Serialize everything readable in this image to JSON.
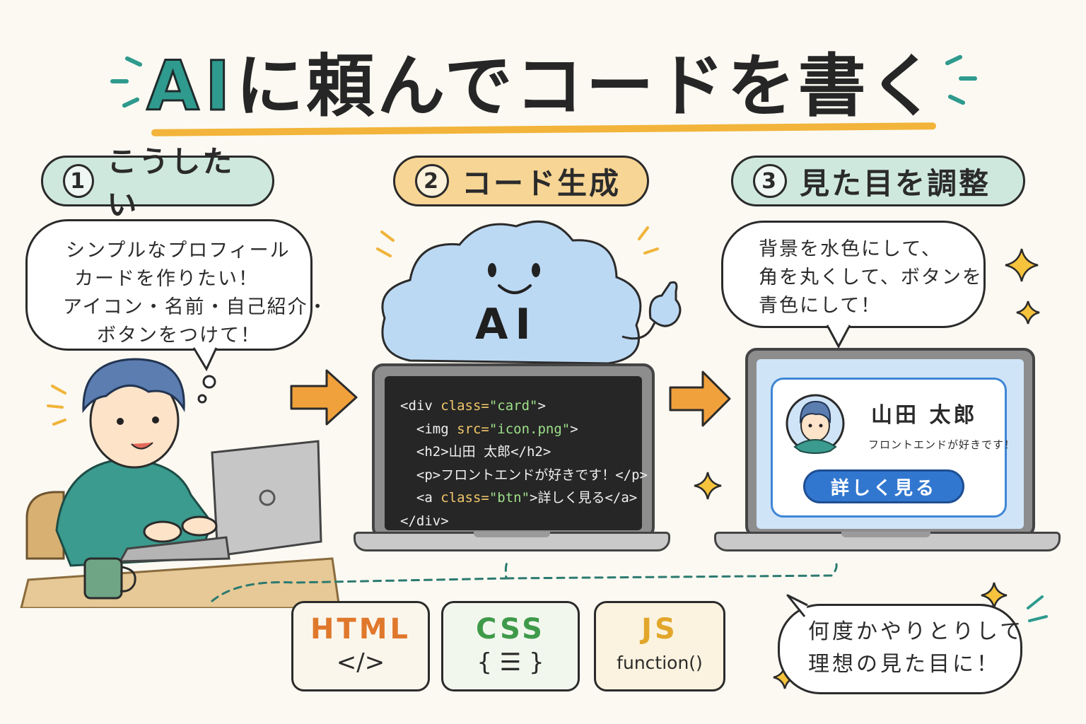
{
  "title": {
    "ai_part": "AI",
    "rest": "に頼んでコードを書く"
  },
  "steps": [
    {
      "number": "1",
      "label": "こうしたい"
    },
    {
      "number": "2",
      "label": "コード生成"
    },
    {
      "number": "3",
      "label": "見た目を調整"
    }
  ],
  "request_bubble": {
    "lines": [
      "シンプルなプロフィール",
      "カードを作りたい！",
      "アイコン・名前・自己紹介・",
      "ボタンをつけて！"
    ]
  },
  "ai_cloud": {
    "label": "AI"
  },
  "code_lines": [
    {
      "tag_open": "<div ",
      "attr": "class=",
      "str": "\"card\"",
      "tail": ">"
    },
    {
      "tag_open": "  <img ",
      "attr": "src=",
      "str": "\"icon.png\"",
      "tail": ">"
    },
    {
      "tag_open": "  <h2>",
      "attr": "",
      "str": "",
      "tail": "山田 太郎</h2>"
    },
    {
      "tag_open": "  <p>",
      "attr": "",
      "str": "",
      "tail": "フロントエンドが好きです！</p>"
    },
    {
      "tag_open": "  <a ",
      "attr": "class=",
      "str": "\"btn\"",
      "tail": ">詳しく見る</a>"
    },
    {
      "tag_open": "</div>",
      "attr": "",
      "str": "",
      "tail": ""
    }
  ],
  "adjust_bubble": {
    "lines": [
      "背景を水色にして、",
      "角を丸くして、ボタンを",
      "青色にして！"
    ]
  },
  "profile_card": {
    "name": "山田 太郎",
    "description": "フロントエンドが好きです！",
    "button_label": "詳しく見る"
  },
  "tech": [
    {
      "label": "HTML",
      "symbol": "</>",
      "color": "#e0782c"
    },
    {
      "label": "CSS",
      "symbol": "{ ☰ }",
      "color": "#3f9a4a"
    },
    {
      "label": "JS",
      "symbol": "function()",
      "color": "#e2a62a"
    }
  ],
  "final_bubble": {
    "lines": [
      "何度かやりとりして",
      "理想の見た目に！"
    ]
  },
  "colors": {
    "teal": "#2f9a8e",
    "accent_yellow": "#f2b43a",
    "arrow_orange": "#f0a13c",
    "cloud_blue": "#bcd9f4",
    "card_blue": "#3277cf",
    "screen_blue": "#cfe4f7"
  },
  "icons": [
    "sparkle-icon",
    "arrow-right-icon",
    "coffee-mug-icon",
    "laptop-icon",
    "cloud-icon",
    "pointing-hand-icon",
    "avatar-icon"
  ]
}
